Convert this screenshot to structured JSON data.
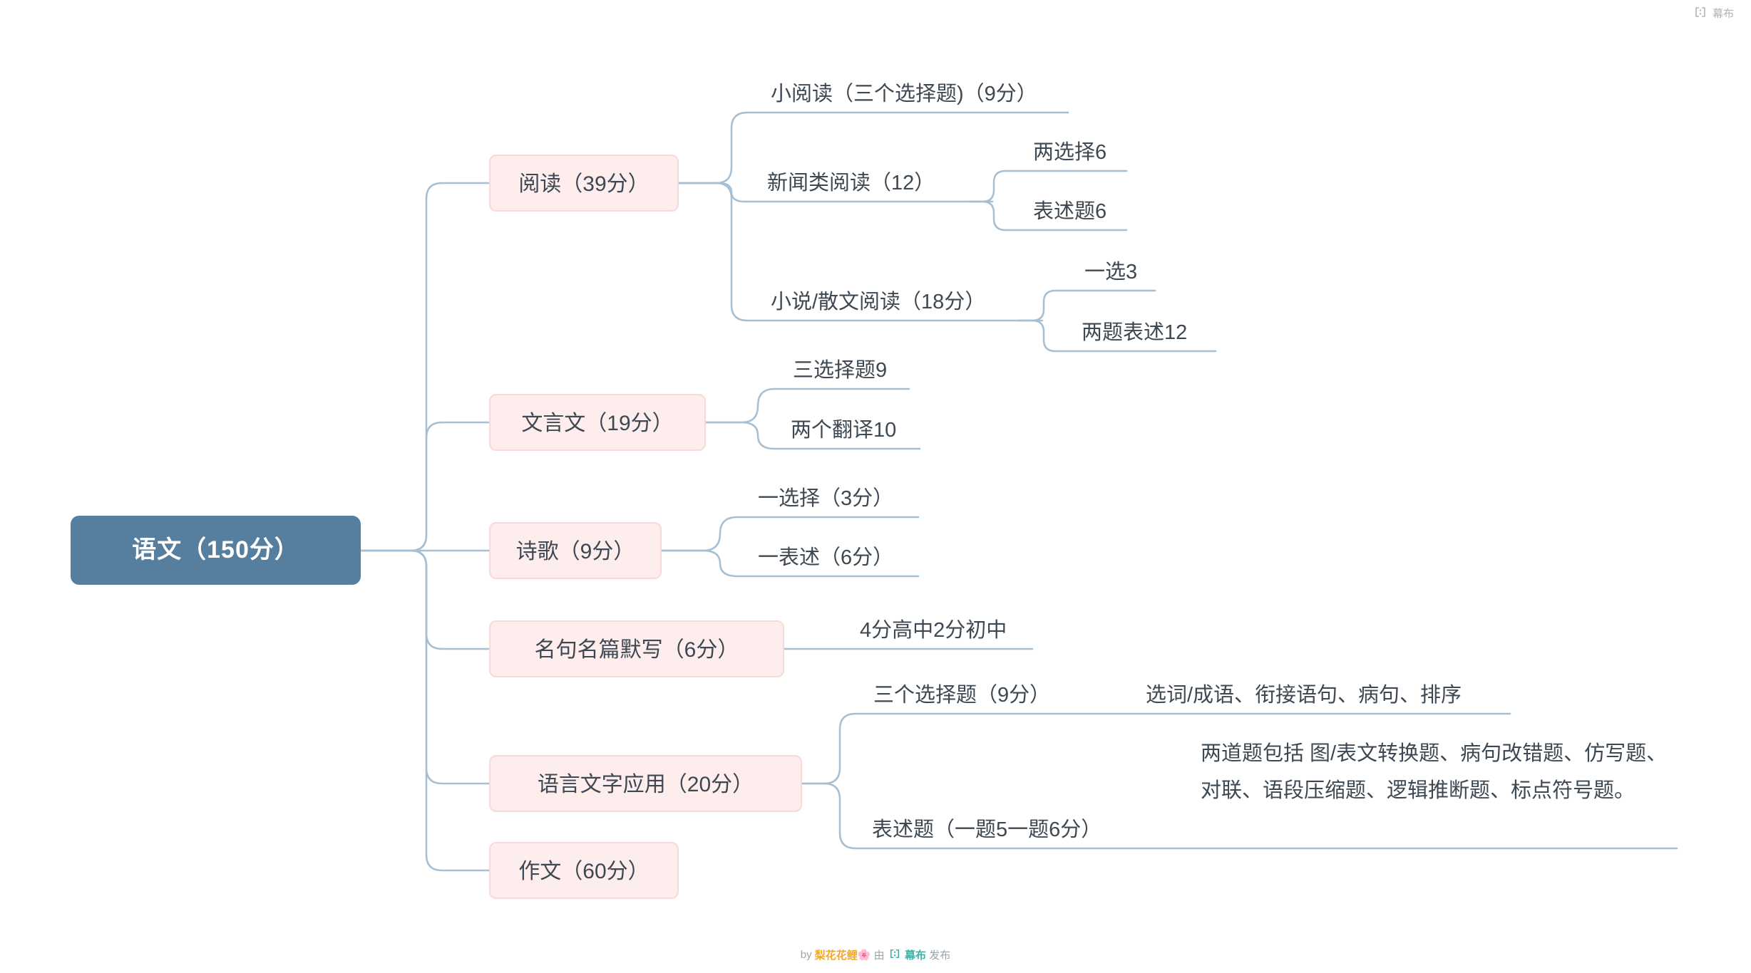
{
  "root": {
    "label": "语文（150分）"
  },
  "branches": [
    {
      "label": "阅读（39分）",
      "children": [
        {
          "label": "小阅读（三个选择题)（9分）"
        },
        {
          "label": "新闻类阅读（12）",
          "children": [
            {
              "label": "两选择6"
            },
            {
              "label": "表述题6"
            }
          ]
        },
        {
          "label": "小说/散文阅读（18分）",
          "children": [
            {
              "label": "一选3"
            },
            {
              "label": "两题表述12"
            }
          ]
        }
      ]
    },
    {
      "label": "文言文（19分）",
      "children": [
        {
          "label": "三选择题9"
        },
        {
          "label": "两个翻译10"
        }
      ]
    },
    {
      "label": "诗歌（9分）",
      "children": [
        {
          "label": "一选择（3分）"
        },
        {
          "label": "一表述（6分）"
        }
      ]
    },
    {
      "label": "名句名篇默写（6分）",
      "children": [
        {
          "label": "4分高中2分初中"
        }
      ]
    },
    {
      "label": "语言文字应用（20分）",
      "children": [
        {
          "label": "三个选择题（9分）",
          "children": [
            {
              "label": "选词/成语、衔接语句、病句、排序"
            }
          ]
        },
        {
          "label": "表述题（一题5一题6分）",
          "children": [
            {
              "label": "两道题包括 图/表文转换题、病句改错题、仿写题、对联、语段压缩题、逻辑推断题、标点符号题。"
            }
          ]
        }
      ]
    },
    {
      "label": "作文（60分）"
    }
  ],
  "watermark": {
    "brand": "幕布"
  },
  "footer": {
    "prefix": "by",
    "author": "梨花花鲤",
    "emoji": "🌸",
    "via": "由",
    "brand": "幕布",
    "suffix": "发布"
  },
  "colors": {
    "root_bg": "#567e9e",
    "branch_bg": "#fdeded",
    "branch_border": "#f7d9d9",
    "line": "#a6bfd3",
    "author_accent": "#f5a623",
    "brand_accent": "#3fb1a5"
  }
}
